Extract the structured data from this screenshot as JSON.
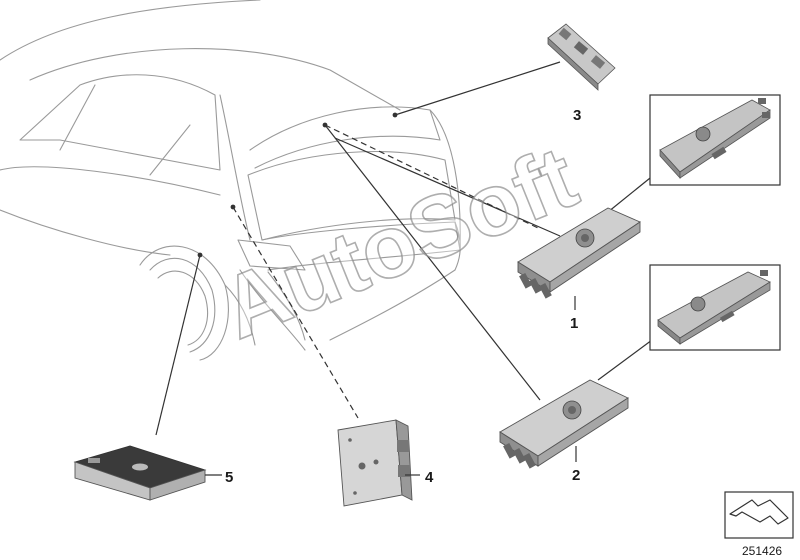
{
  "callouts": {
    "c1": "1",
    "c2": "2",
    "c3": "3",
    "c4": "4",
    "c5": "5"
  },
  "diagram_number": "251426",
  "watermark": "AutoSoft",
  "colors": {
    "line": "#8a8a8a",
    "leader": "#333333",
    "part_dark": "#777777",
    "part_mid": "#a8a8a8",
    "part_light": "#c8c8c8"
  }
}
